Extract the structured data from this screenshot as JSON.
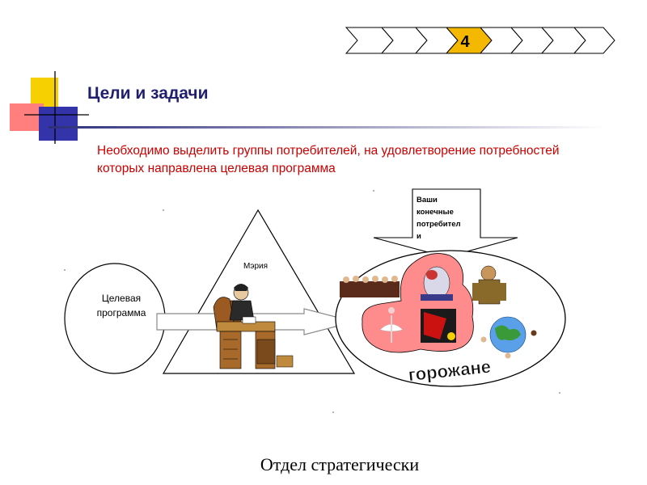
{
  "header": {
    "slide_number": "4",
    "title": "Цели и задачи"
  },
  "subtitle": "Необходимо выделить группы потребителей, на удовлетворение потребностей которых направлена целевая программа",
  "diagram": {
    "program_label_line1": "Целевая",
    "program_label_line2": "программа",
    "mayor_label": "Мэрия",
    "callout_line1": "Ваши",
    "callout_line2": "конечные",
    "callout_line3": "потребител",
    "callout_line4": "и",
    "citizens_label": "горожане"
  },
  "footer": "Отдел стратегически"
}
